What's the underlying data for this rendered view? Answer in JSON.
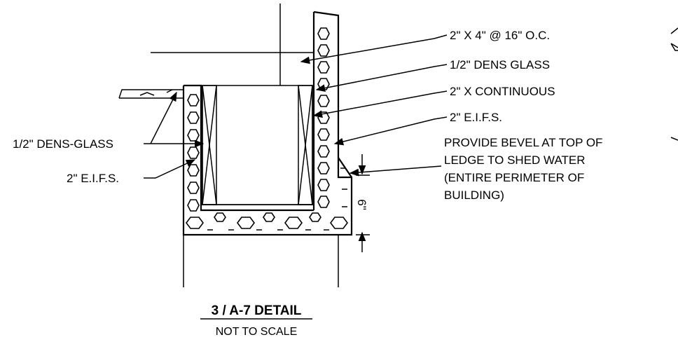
{
  "labels": {
    "stud": "2\" X 4\" @ 16\" O.C.",
    "dens_glass_right": "1/2\" DENS GLASS",
    "continuous": "2\" X CONTINUOUS",
    "eifs_right": "2\" E.I.F.S.",
    "bevel_line1": "PROVIDE BEVEL AT TOP OF",
    "bevel_line2": "LEDGE TO SHED WATER",
    "bevel_line3": "(ENTIRE PERIMETER OF",
    "bevel_line4": "BUILDING)",
    "dens_glass_left": "1/2\" DENS-GLASS",
    "eifs_left": "2\" E.I.F.S.",
    "dimension": "6\""
  },
  "title": {
    "detail": "3 / A-7 DETAIL",
    "scale": "NOT TO SCALE"
  }
}
